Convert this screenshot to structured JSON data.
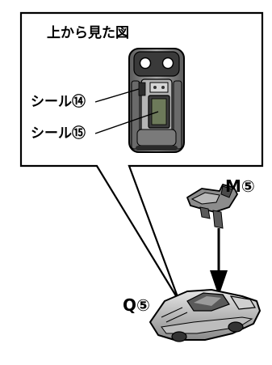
{
  "callout": {
    "title": "上から見た図",
    "sticker_14_label": "シール⑭",
    "sticker_15_label": "シール⑮"
  },
  "parts": {
    "m_label": "M⑤",
    "q_label": "Q⑤"
  },
  "colors": {
    "outline": "#000000",
    "body_gray": "#8c8c8c",
    "dark_gray": "#4a4a4a",
    "light_gray": "#d9d9d9",
    "sticker_green": "#6d7a5a"
  }
}
